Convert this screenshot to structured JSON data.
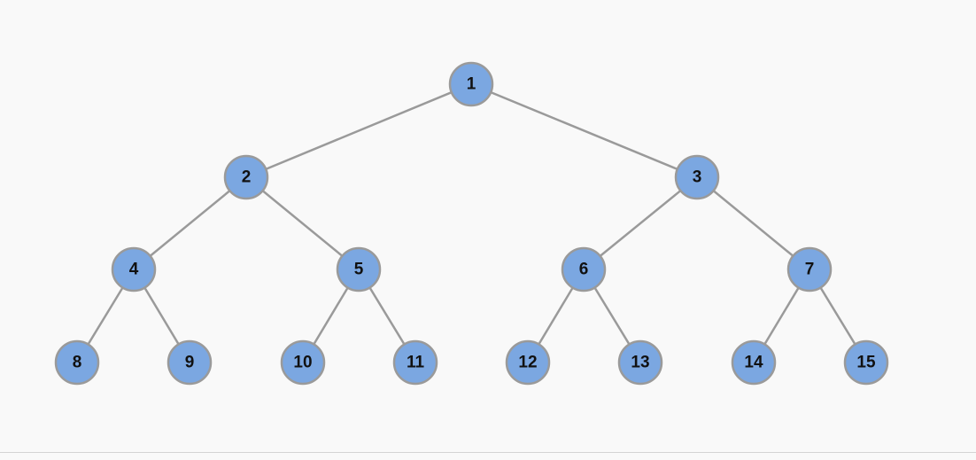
{
  "colors": {
    "background": "#f9f9f9",
    "node_fill": "#7ba7e1",
    "node_stroke": "#9a9a9a",
    "edge": "#9a9a9a",
    "label": "#111111"
  },
  "tree": {
    "nodes": [
      {
        "id": "1",
        "label": "1"
      },
      {
        "id": "2",
        "label": "2"
      },
      {
        "id": "3",
        "label": "3"
      },
      {
        "id": "4",
        "label": "4"
      },
      {
        "id": "5",
        "label": "5"
      },
      {
        "id": "6",
        "label": "6"
      },
      {
        "id": "7",
        "label": "7"
      },
      {
        "id": "8",
        "label": "8"
      },
      {
        "id": "9",
        "label": "9"
      },
      {
        "id": "10",
        "label": "10"
      },
      {
        "id": "11",
        "label": "11"
      },
      {
        "id": "12",
        "label": "12"
      },
      {
        "id": "13",
        "label": "13"
      },
      {
        "id": "14",
        "label": "14"
      },
      {
        "id": "15",
        "label": "15"
      }
    ],
    "edges": [
      [
        "1",
        "2"
      ],
      [
        "1",
        "3"
      ],
      [
        "2",
        "4"
      ],
      [
        "2",
        "5"
      ],
      [
        "3",
        "6"
      ],
      [
        "3",
        "7"
      ],
      [
        "4",
        "8"
      ],
      [
        "4",
        "9"
      ],
      [
        "5",
        "10"
      ],
      [
        "5",
        "11"
      ],
      [
        "6",
        "12"
      ],
      [
        "6",
        "13"
      ],
      [
        "7",
        "14"
      ],
      [
        "7",
        "15"
      ]
    ]
  }
}
